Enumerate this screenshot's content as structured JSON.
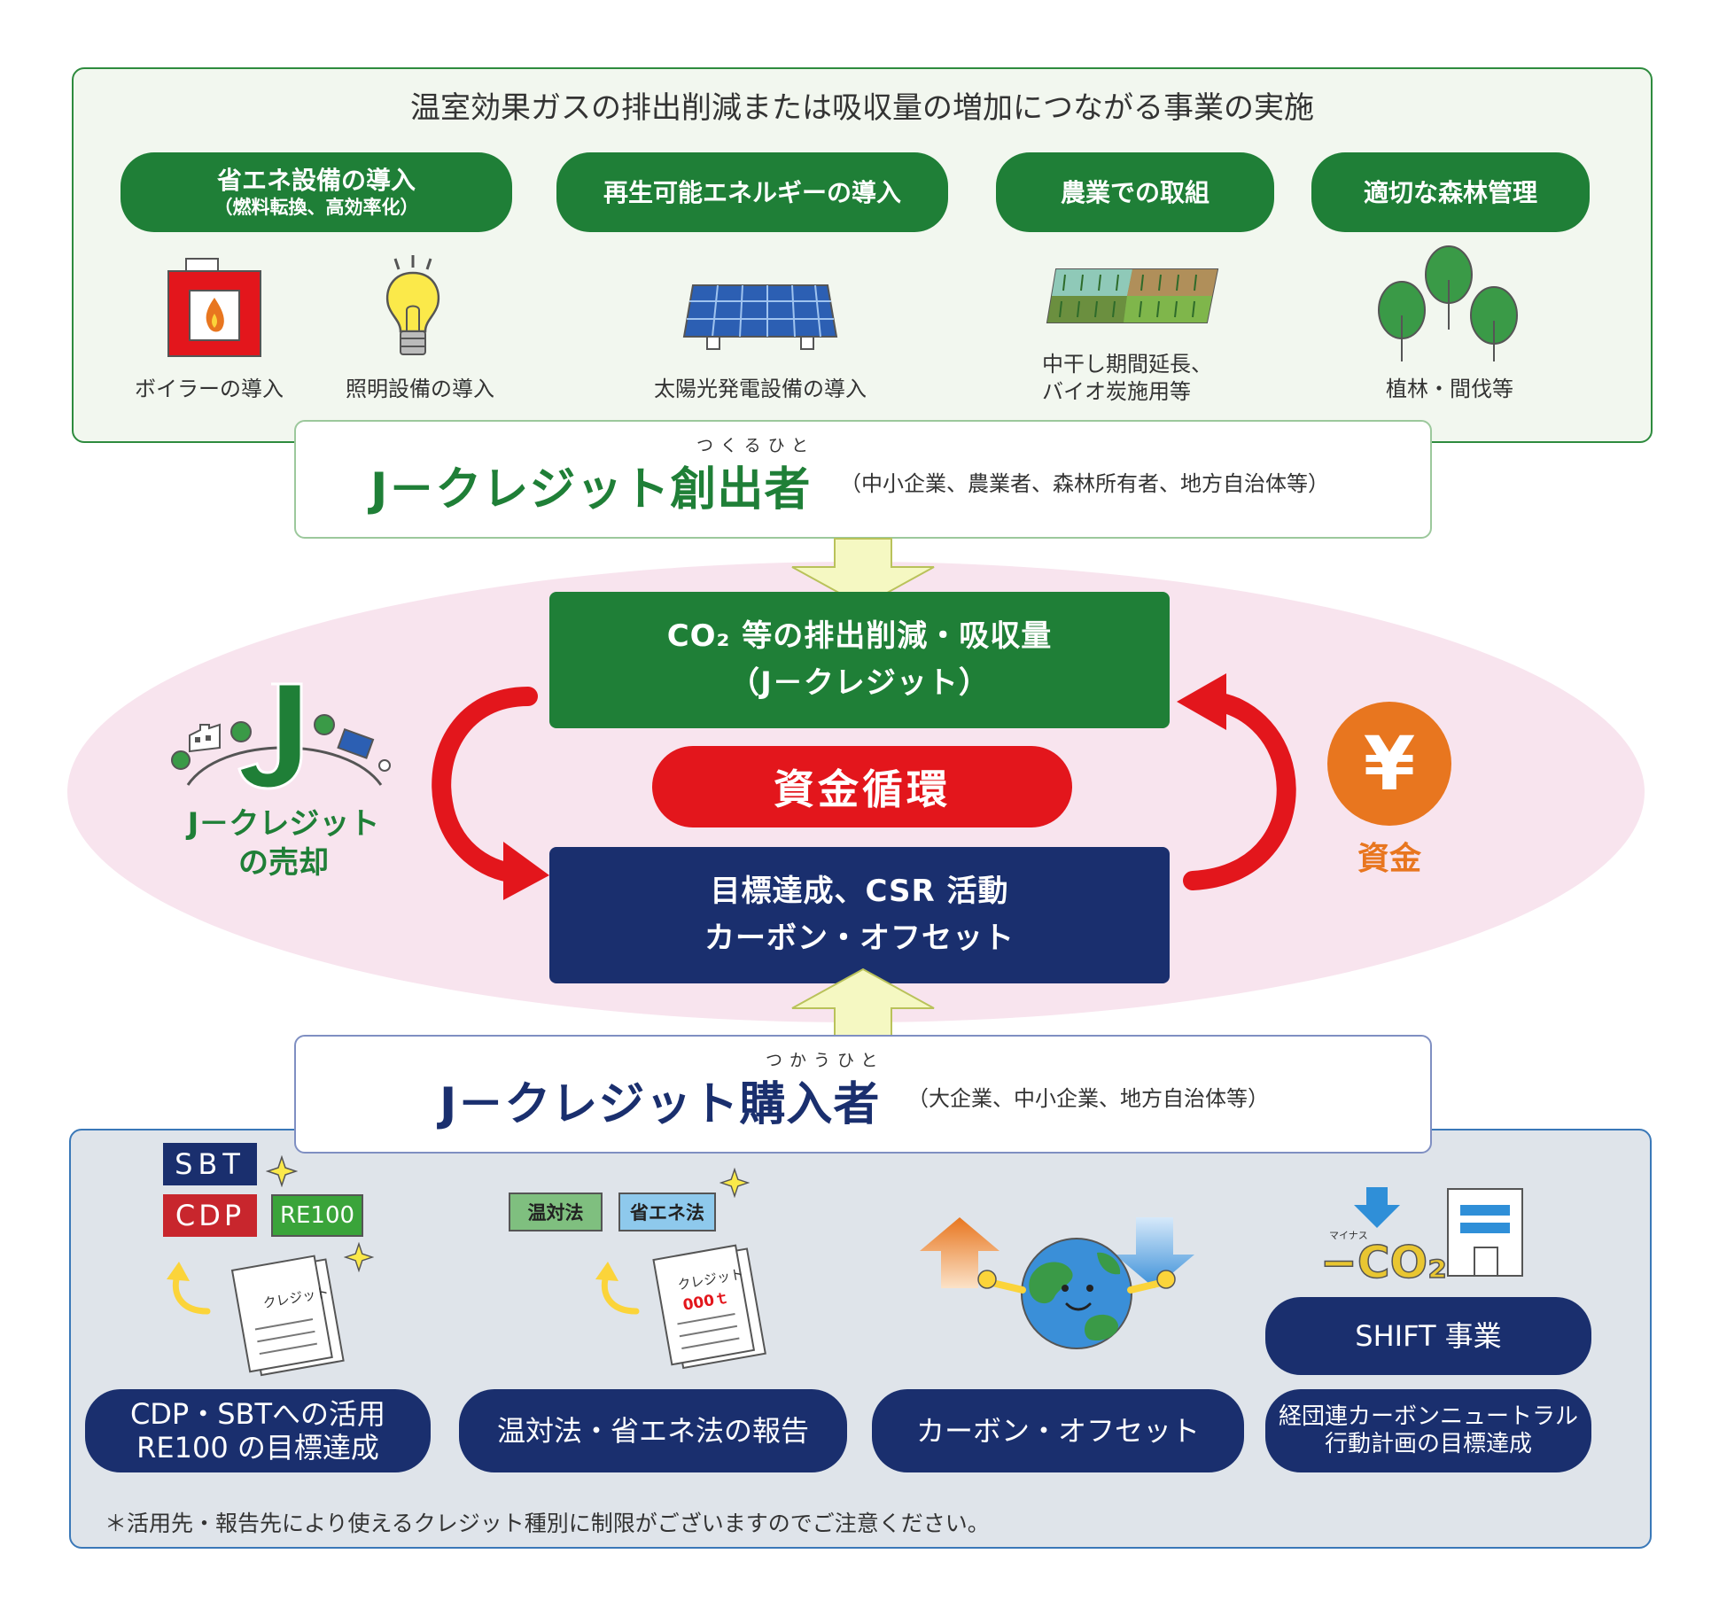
{
  "top": {
    "heading": "温室効果ガスの排出削減または吸収量の増加につながる事業の実施",
    "categories": [
      {
        "label": "省エネ設備の導入",
        "sub": "（燃料転換、高効率化）"
      },
      {
        "label": "再生可能エネルギーの導入",
        "sub": ""
      },
      {
        "label": "農業での取組",
        "sub": ""
      },
      {
        "label": "適切な森林管理",
        "sub": ""
      }
    ],
    "captions": {
      "boiler": "ボイラーの導入",
      "lighting": "照明設備の導入",
      "solar": "太陽光発電設備の導入",
      "agri_line1": "中干し期間延長、",
      "agri_line2": "バイオ炭施用等",
      "forest": "植林・間伐等"
    }
  },
  "creator": {
    "ruby": "つくるひと",
    "title": "J－クレジット創出者",
    "note": "（中小企業、農業者、森林所有者、地方自治体等）"
  },
  "center": {
    "credit_line1": "CO₂ 等の排出削減・吸収量",
    "credit_line2": "（J－クレジット）",
    "cycle": "資金循環",
    "use_line1": "目標達成、CSR 活動",
    "use_line2": "カーボン・オフセット",
    "left_label_line1": "J－クレジット",
    "left_label_line2": "の売却",
    "right_label": "資金",
    "yen_symbol": "¥",
    "j_letter": "J"
  },
  "buyer": {
    "ruby": "つかうひと",
    "title": "J－クレジット購入者",
    "note": "（大企業、中小企業、地方自治体等）"
  },
  "bottom": {
    "icon_texts": {
      "sbt": "SBT",
      "cdp": "CDP",
      "re100": "RE100",
      "doc1": "クレジット",
      "ontaiho": "温対法",
      "shoeneho": "省エネ法",
      "doc2": "クレジット",
      "doc2_amount": "000ｔ",
      "minus_small": "マイナス",
      "minus_co2": "−CO₂"
    },
    "uses": [
      {
        "line1": "CDP・SBTへの活用",
        "line2": "RE100 の目標達成"
      },
      {
        "line1": "温対法・省エネ法の報告",
        "line2": ""
      },
      {
        "line1": "カーボン・オフセット",
        "line2": ""
      },
      {
        "line1": "経団連カーボンニュートラル",
        "line2": "行動計画の目標達成"
      }
    ],
    "shift": "SHIFT 事業",
    "footnote": "＊活用先・報告先により使えるクレジット種別に制限がございますのでご注意ください。"
  },
  "colors": {
    "green": "#1f7f37",
    "navy": "#1a2f6e",
    "red": "#e3161c",
    "orange": "#e8761f",
    "pink": "#f8e4ee",
    "arrow_yellow": "#f5f8c2"
  }
}
